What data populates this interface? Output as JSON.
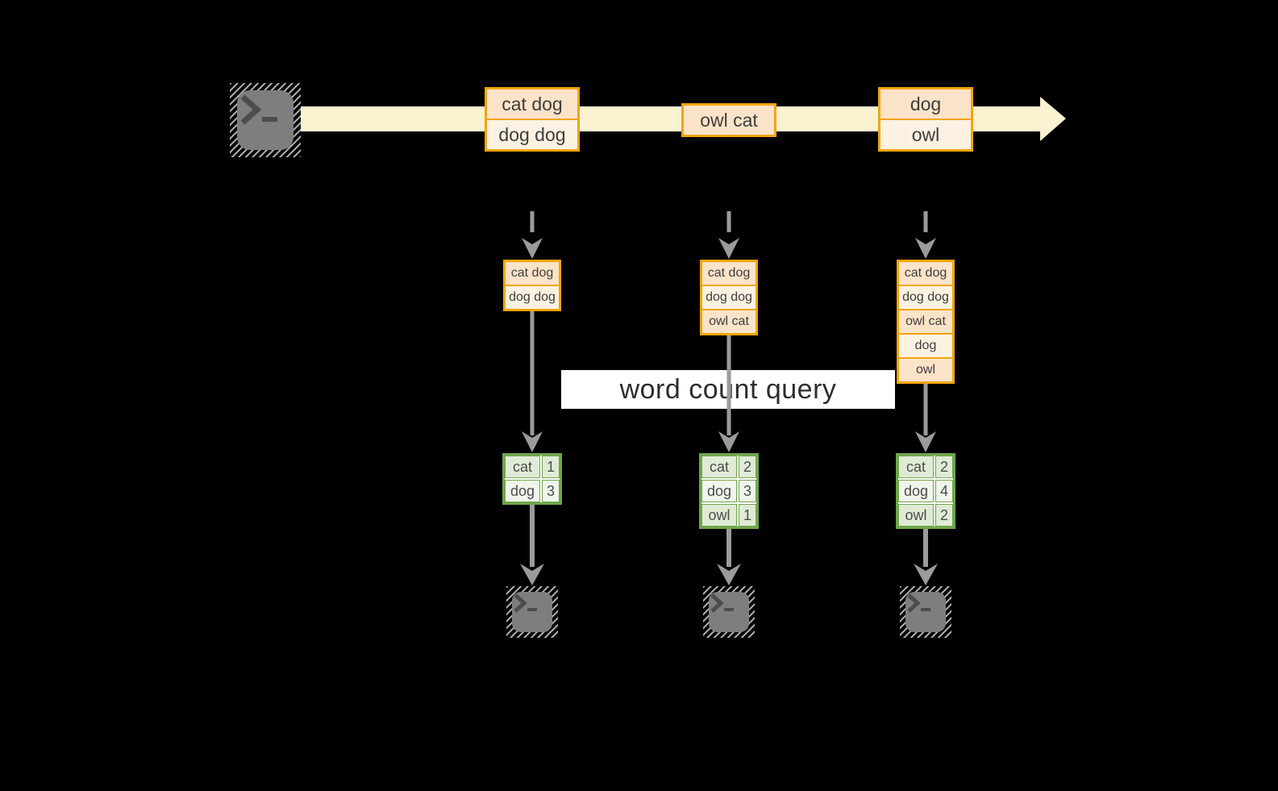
{
  "label": {
    "text": "word count query"
  },
  "stream": {
    "source_icon": "terminal-icon",
    "boxes": [
      {
        "cells": [
          "cat dog",
          "dog dog"
        ]
      },
      {
        "cells": [
          "owl cat"
        ]
      },
      {
        "cells": [
          "dog",
          "owl"
        ]
      }
    ]
  },
  "pipelines": [
    {
      "buffer_cells": [
        "cat dog",
        "dog dog"
      ],
      "count_table": {
        "rows": [
          {
            "word": "cat",
            "count": "1"
          },
          {
            "word": "dog",
            "count": "3"
          }
        ]
      },
      "sink_icon": "terminal-icon"
    },
    {
      "buffer_cells": [
        "cat dog",
        "dog dog",
        "owl cat"
      ],
      "count_table": {
        "rows": [
          {
            "word": "cat",
            "count": "2"
          },
          {
            "word": "dog",
            "count": "3"
          },
          {
            "word": "owl",
            "count": "1"
          }
        ]
      },
      "sink_icon": "terminal-icon"
    },
    {
      "buffer_cells": [
        "cat dog",
        "dog dog",
        "owl cat",
        "dog",
        "owl"
      ],
      "count_table": {
        "rows": [
          {
            "word": "cat",
            "count": "2"
          },
          {
            "word": "dog",
            "count": "4"
          },
          {
            "word": "owl",
            "count": "2"
          }
        ]
      },
      "sink_icon": "terminal-icon"
    }
  ],
  "colors": {
    "background": "#000000",
    "amber_border": "#F2A50C",
    "cell_peach": "#FAE3C8",
    "cell_cream": "#FCF2E2",
    "stream_fill": "#FBF2D1",
    "green_border": "#6FA64C",
    "green_row_dark": "#E0EBD6",
    "green_row_light": "#F0F6EB",
    "arrow_gray": "#9B9B9B",
    "terminal_gray": "#7E7E7E",
    "label_background": "#FFFFFF",
    "text_dark": "#3B3B3B"
  }
}
